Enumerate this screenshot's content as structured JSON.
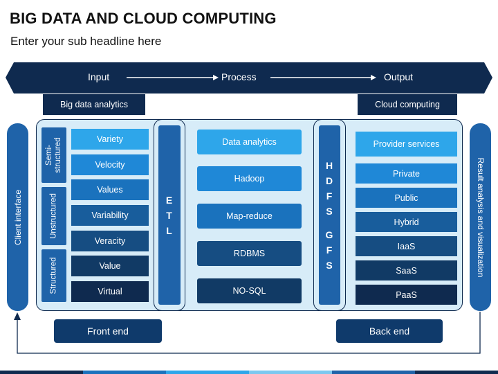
{
  "title": "BIG DATA AND CLOUD COMPUTING",
  "subtitle": "Enter your sub headline here",
  "flow": {
    "input": "Input",
    "process": "Process",
    "output": "Output"
  },
  "tags": {
    "left": "Big data analytics",
    "right": "Cloud computing"
  },
  "side": {
    "left": "Client interface",
    "right": "Result analysis and visualization"
  },
  "categories": [
    "Semi-\nstructured",
    "Unstructured",
    "Structured"
  ],
  "attributes": [
    "Variety",
    "Velocity",
    "Values",
    "Variability",
    "Veracity",
    "Value",
    "Virtual"
  ],
  "etl": [
    "E",
    "T",
    "L"
  ],
  "process_items": [
    "Data analytics",
    "Hadoop",
    "Map-reduce",
    "RDBMS",
    "NO-SQL"
  ],
  "hdfs_gfs": [
    "H",
    "D",
    "F",
    "S",
    "",
    "G",
    "F",
    "S"
  ],
  "cloud_items": [
    "Provider services",
    "Private",
    "Public",
    "Hybrid",
    "IaaS",
    "SaaS",
    "PaaS"
  ],
  "buttons": {
    "front": "Front end",
    "back": "Back end"
  },
  "colors": {
    "navy": "#0f2a4f",
    "blue": "#1f63a9",
    "panel": "#d7ecf8",
    "light_blue": "#2ea6ea"
  }
}
